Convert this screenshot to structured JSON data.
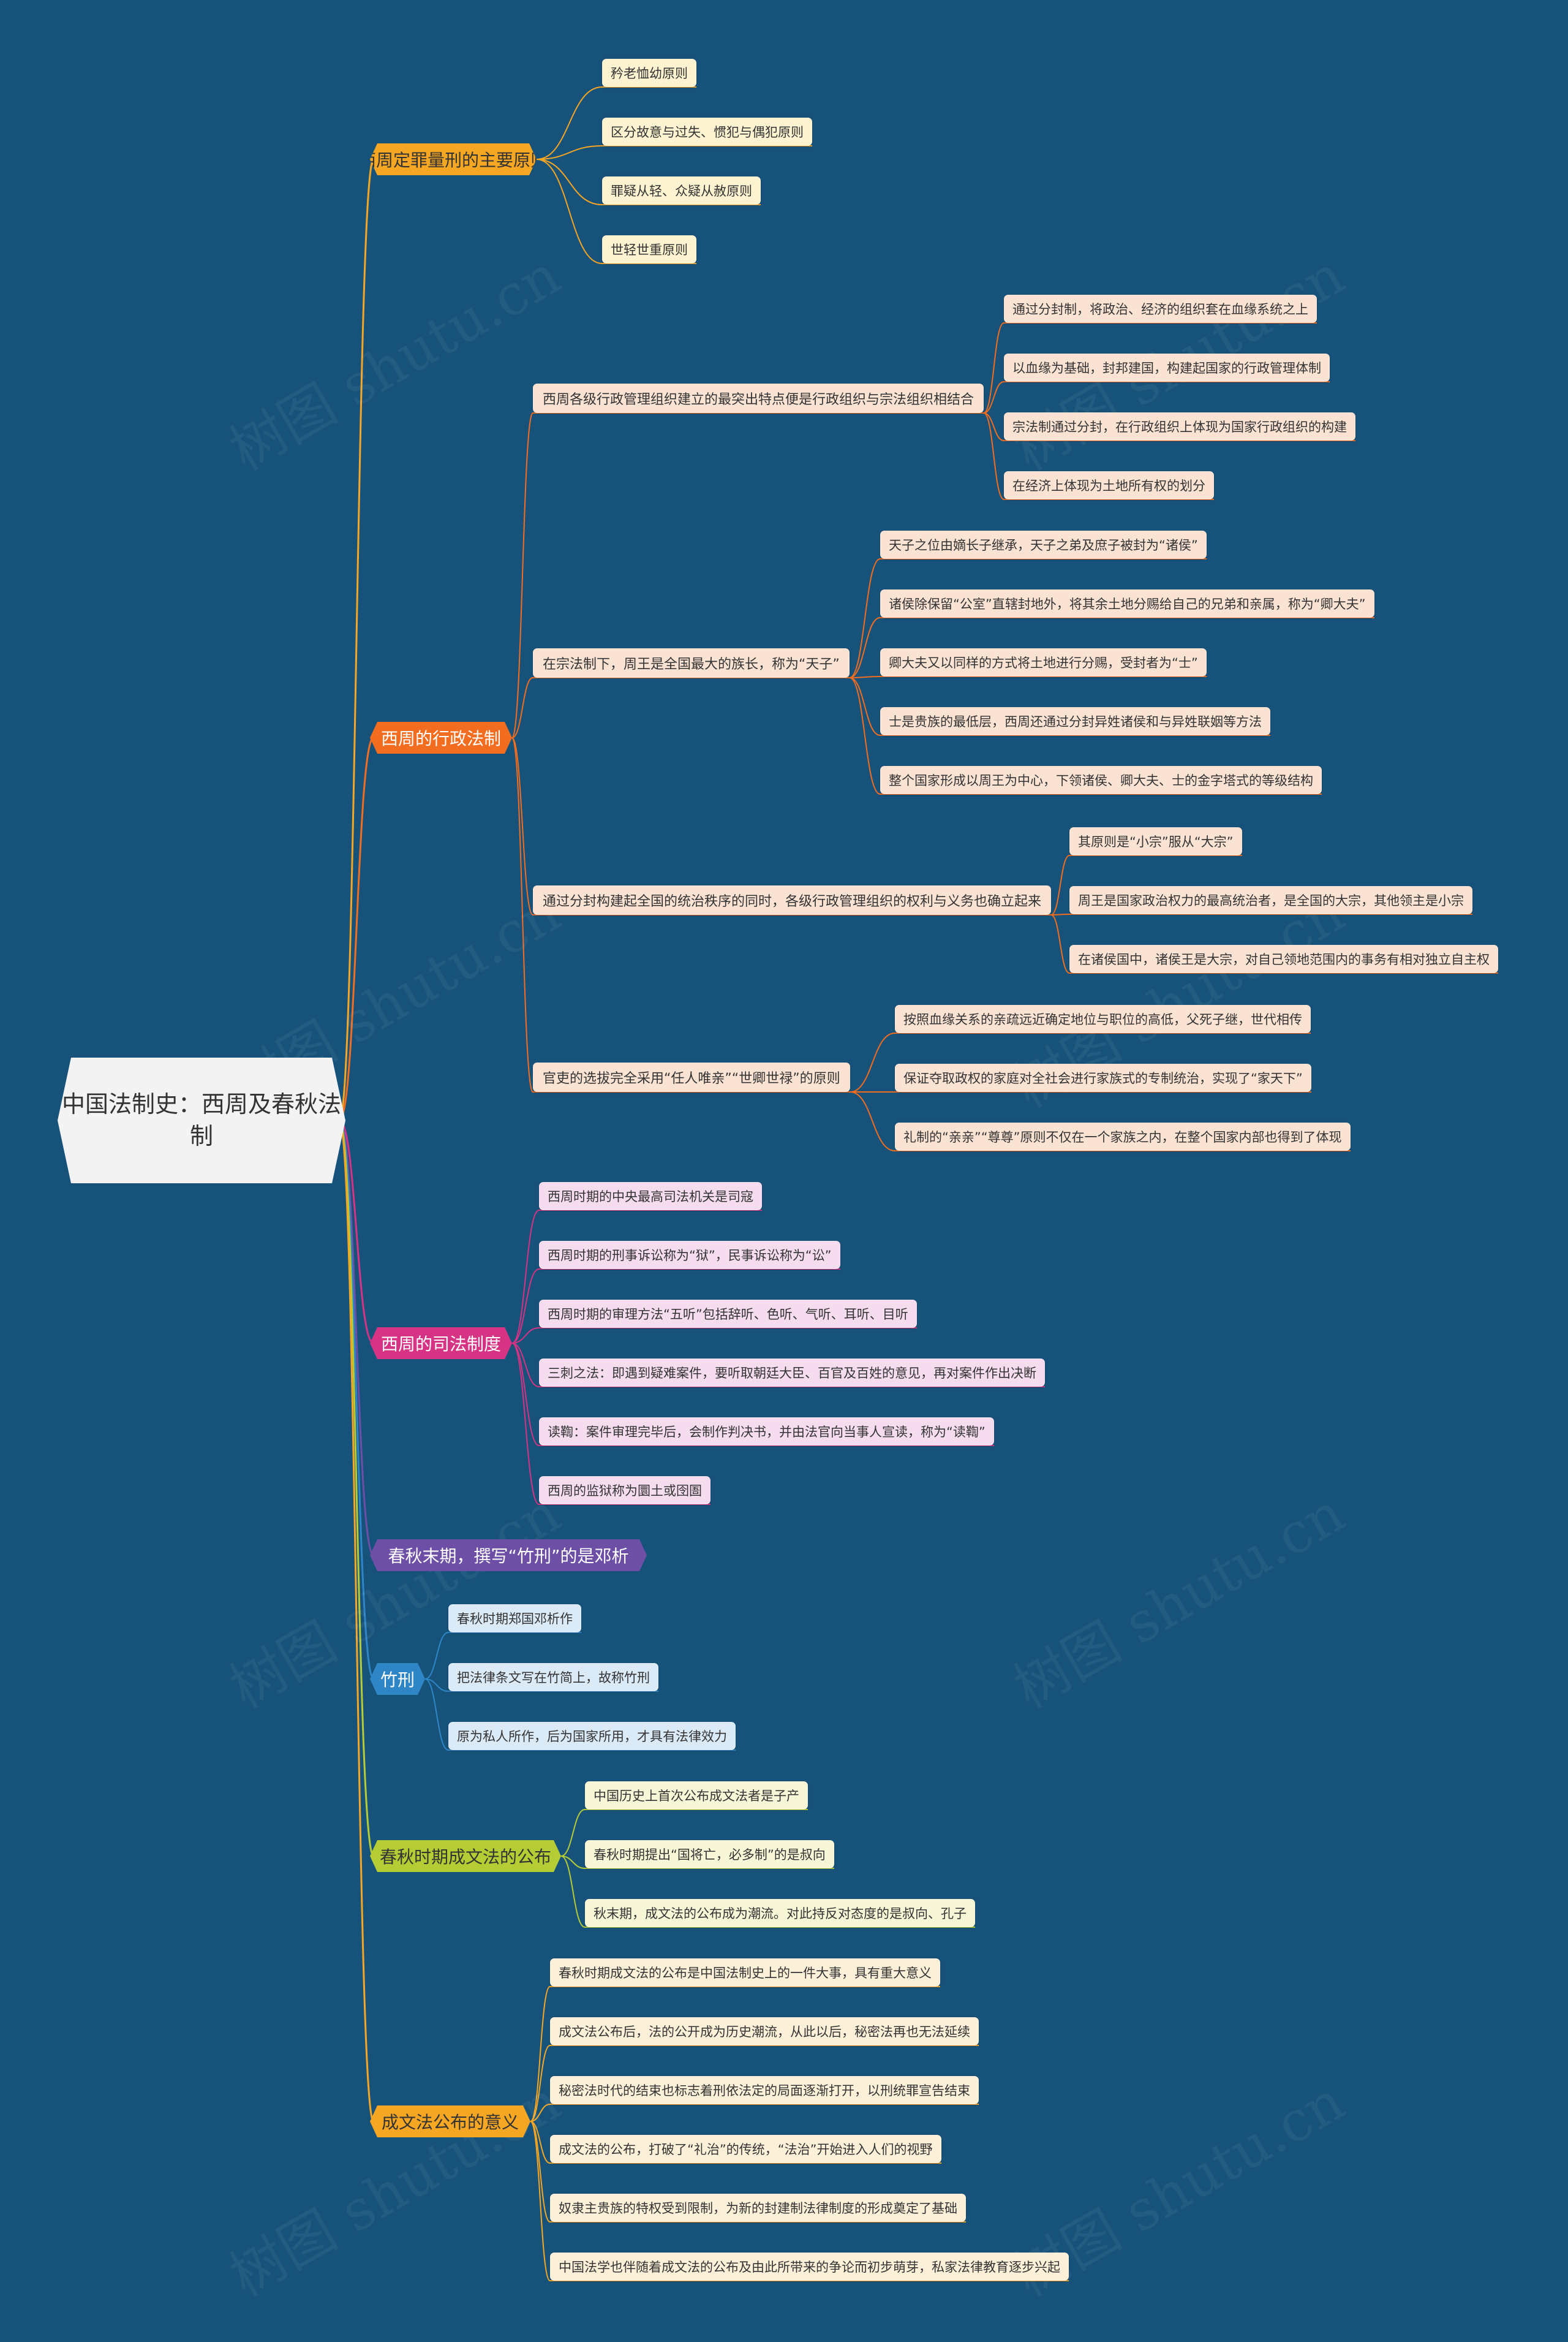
{
  "root": {
    "text": "中国法制史：西周及春秋法制"
  },
  "watermark": "树图 shutu.cn",
  "branches": [
    {
      "label": "西周定罪量刑的主要原则",
      "color": "#f5a623",
      "text_color": "#333333",
      "children": [
        {
          "label": "矜老恤幼原则"
        },
        {
          "label": "区分故意与过失、惯犯与偶犯原则"
        },
        {
          "label": "罪疑从轻、众疑从赦原则"
        },
        {
          "label": "世轻世重原则"
        }
      ]
    },
    {
      "label": "西周的行政法制",
      "color": "#f26d1f",
      "text_color": "#ffffff",
      "children": [
        {
          "label": "西周各级行政管理组织建立的最突出特点便是行政组织与宗法组织相结合",
          "children": [
            {
              "label": "通过分封制，将政治、经济的组织套在血缘系统之上"
            },
            {
              "label": "以血缘为基础，封邦建国，构建起国家的行政管理体制"
            },
            {
              "label": "宗法制通过分封，在行政组织上体现为国家行政组织的构建"
            },
            {
              "label": "在经济上体现为土地所有权的划分"
            }
          ]
        },
        {
          "label": "在宗法制下，周王是全国最大的族长，称为“天子”",
          "children": [
            {
              "label": "天子之位由嫡长子继承，天子之弟及庶子被封为“诸侯”"
            },
            {
              "label": "诸侯除保留“公室”直辖封地外，将其余土地分赐给自己的兄弟和亲属，称为“卿大夫”"
            },
            {
              "label": "卿大夫又以同样的方式将土地进行分赐，受封者为“士”"
            },
            {
              "label": "士是贵族的最低层，西周还通过分封异姓诸侯和与异姓联姻等方法"
            },
            {
              "label": "整个国家形成以周王为中心，下领诸侯、卿大夫、士的金字塔式的等级结构"
            }
          ]
        },
        {
          "label": "通过分封构建起全国的统治秩序的同时，各级行政管理组织的权利与义务也确立起来",
          "children": [
            {
              "label": "其原则是“小宗”服从“大宗”"
            },
            {
              "label": "周王是国家政治权力的最高统治者，是全国的大宗，其他领主是小宗"
            },
            {
              "label": "在诸侯国中，诸侯王是大宗，对自己领地范围内的事务有相对独立自主权"
            }
          ]
        },
        {
          "label": "官吏的选拔完全采用“任人唯亲”“世卿世禄”的原则",
          "children": [
            {
              "label": "按照血缘关系的亲疏远近确定地位与职位的高低，父死子继，世代相传"
            },
            {
              "label": "保证夺取政权的家庭对全社会进行家族式的专制统治，实现了“家天下”"
            },
            {
              "label": "礼制的“亲亲”“尊尊”原则不仅在一个家族之内，在整个国家内部也得到了体现"
            }
          ]
        }
      ]
    },
    {
      "label": "西周的司法制度",
      "color": "#d63384",
      "text_color": "#ffffff",
      "children": [
        {
          "label": "西周时期的中央最高司法机关是司寇"
        },
        {
          "label": "西周时期的刑事诉讼称为“狱”，民事诉讼称为“讼”"
        },
        {
          "label": "西周时期的审理方法“五听”包括辞听、色听、气听、耳听、目听"
        },
        {
          "label": "三刺之法：即遇到疑难案件，要听取朝廷大臣、百官及百姓的意见，再对案件作出决断"
        },
        {
          "label": "读鞫：案件审理完毕后，会制作判决书，并由法官向当事人宣读，称为“读鞫”"
        },
        {
          "label": "西周的监狱称为圜土或囹圄"
        }
      ]
    },
    {
      "label": "春秋末期，撰写“竹刑”的是邓析",
      "color": "#6d4fa6",
      "text_color": "#ffffff",
      "children": []
    },
    {
      "label": "竹刑",
      "color": "#2f86c7",
      "text_color": "#ffffff",
      "children": [
        {
          "label": "春秋时期郑国邓析作"
        },
        {
          "label": "把法律条文写在竹简上，故称竹刑"
        },
        {
          "label": "原为私人所作，后为国家所用，才具有法律效力"
        }
      ]
    },
    {
      "label": "春秋时期成文法的公布",
      "color": "#b5cc34",
      "text_color": "#333333",
      "children": [
        {
          "label": "中国历史上首次公布成文法者是子产"
        },
        {
          "label": "春秋时期提出“国将亡，必多制”的是叔向"
        },
        {
          "label": "秋末期，成文法的公布成为潮流。对此持反对态度的是叔向、孔子"
        }
      ]
    },
    {
      "label": "成文法公布的意义",
      "color": "#f5a623",
      "text_color": "#333333",
      "children": [
        {
          "label": "春秋时期成文法的公布是中国法制史上的一件大事，具有重大意义"
        },
        {
          "label": "成文法公布后，法的公开成为历史潮流，从此以后，秘密法再也无法延续"
        },
        {
          "label": "秘密法时代的结束也标志着刑依法定的局面逐渐打开，以刑统罪宣告结束"
        },
        {
          "label": "成文法的公布，打破了“礼治”的传统，“法治”开始进入人们的视野"
        },
        {
          "label": "奴隶主贵族的特权受到限制，为新的封建制法律制度的形成奠定了基础"
        },
        {
          "label": "中国法学也伴随着成文法的公布及由此所带来的争论而初步萌芽，私家法律教育逐步兴起"
        }
      ]
    }
  ],
  "leaf_colors": {
    "yellow": "#fdf3d0",
    "peach": "#fbe3d4",
    "pink": "#f6dcef",
    "blue": "#dbeaf7",
    "lime": "#f7f6d6",
    "cream": "#fdf0d8"
  }
}
